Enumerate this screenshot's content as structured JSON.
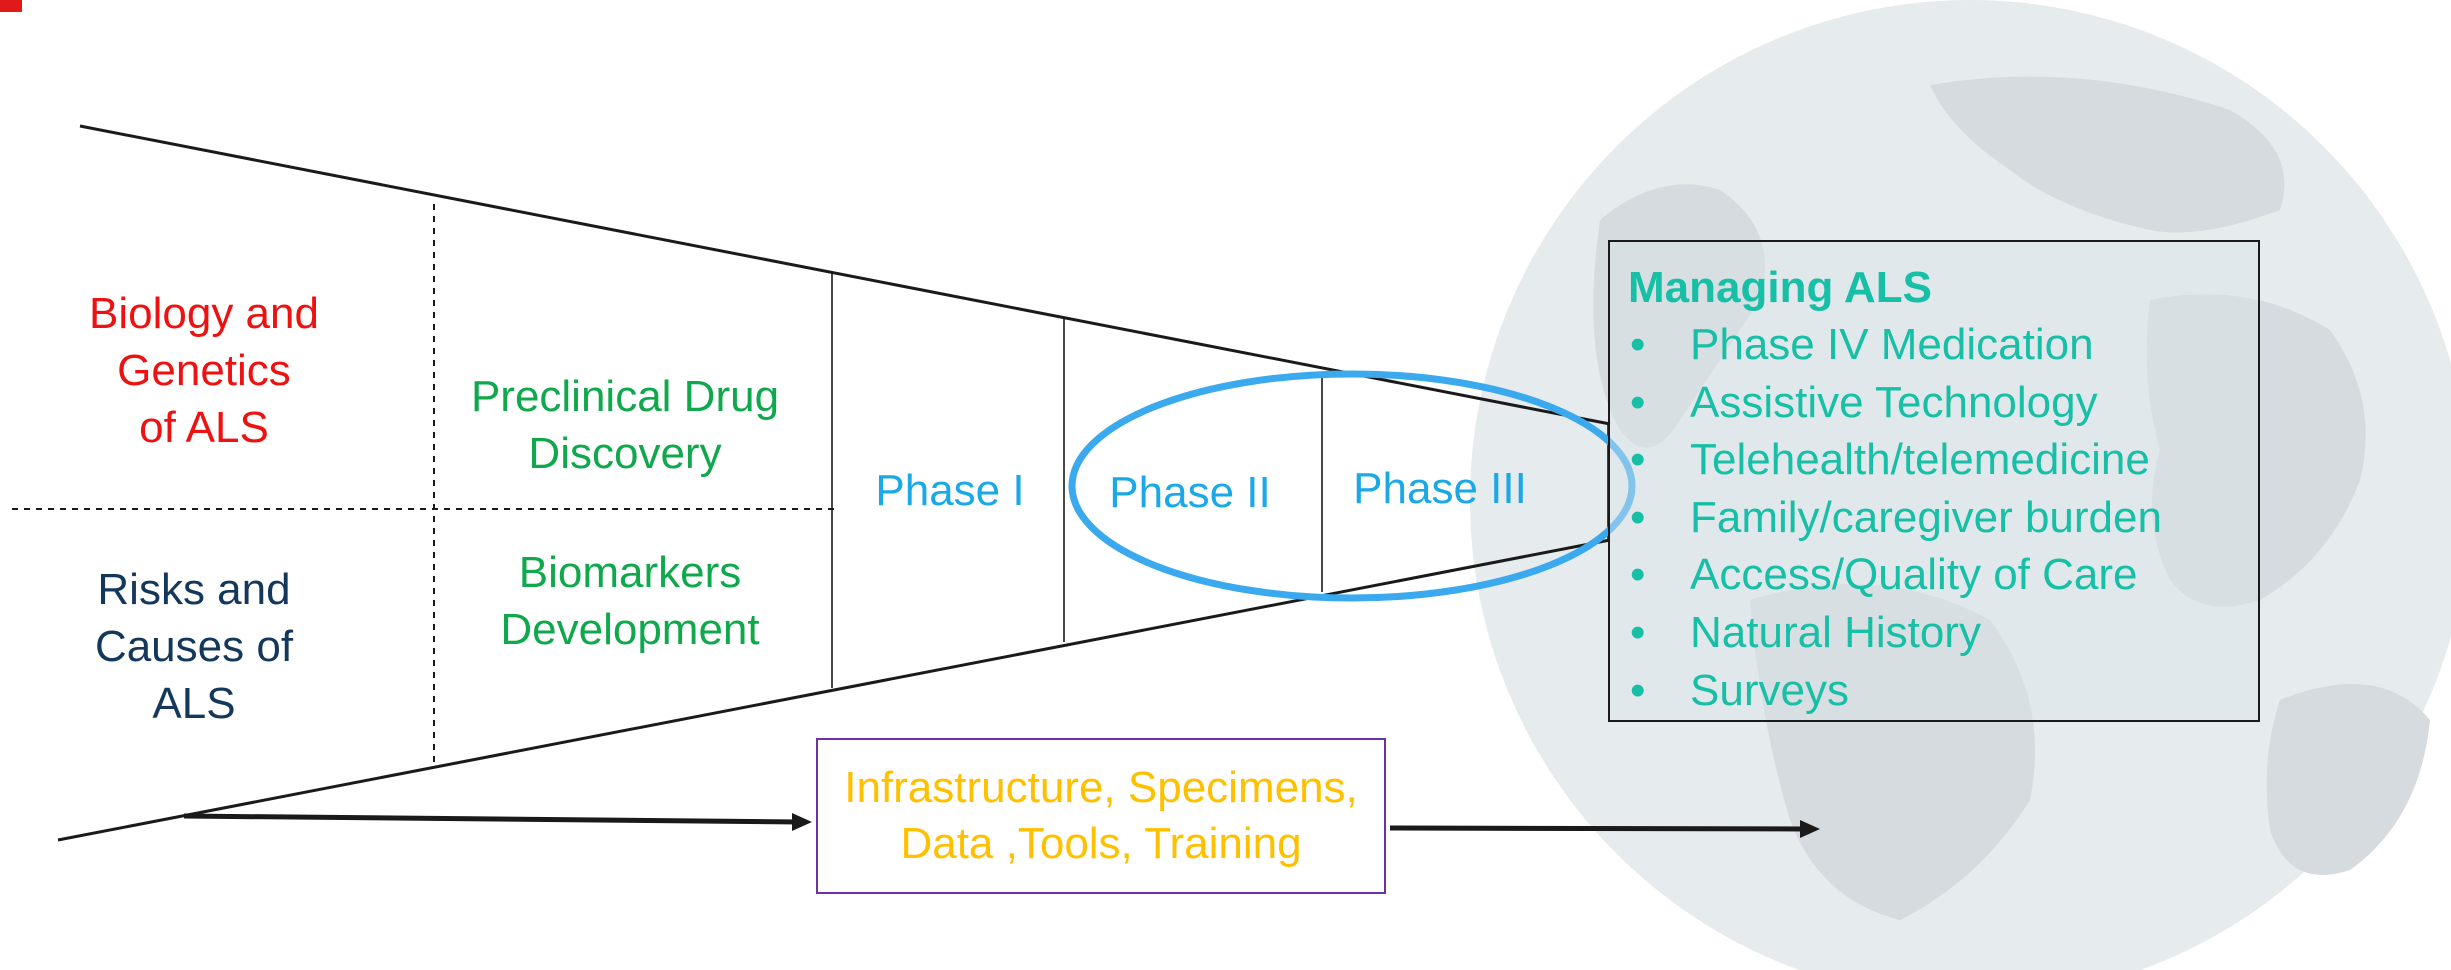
{
  "segments": {
    "biology": [
      "Biology and",
      "Genetics",
      "of ALS"
    ],
    "risks": [
      "Risks and",
      "Causes of",
      "ALS"
    ],
    "preclinical": [
      "Preclinical Drug",
      "Discovery"
    ],
    "biomarkers": [
      "Biomarkers",
      "Development"
    ],
    "phase1": "Phase I",
    "phase2": "Phase II",
    "phase3": "Phase III"
  },
  "managing": {
    "title": "Managing ALS",
    "items": [
      "Phase IV Medication",
      "Assistive Technology",
      "Telehealth/telemedicine",
      "Family/caregiver burden",
      "Access/Quality of Care",
      "Natural History",
      "Surveys"
    ]
  },
  "infrastructure": [
    "Infrastructure, Specimens,",
    "Data ,Tools, Training"
  ],
  "colors": {
    "biology": "#ee1111",
    "risks": "#14385c",
    "drug_dev": "#10a84c",
    "phases": "#1ba8e6",
    "managing": "#17bfa6",
    "infrastructure_text": "#ffc000",
    "infrastructure_border": "#7030a0",
    "highlight_ellipse": "#3aa9ee",
    "globe": "#e6ebee"
  },
  "icons": {
    "background": "globe-icon",
    "highlight": "ellipse-highlight"
  }
}
